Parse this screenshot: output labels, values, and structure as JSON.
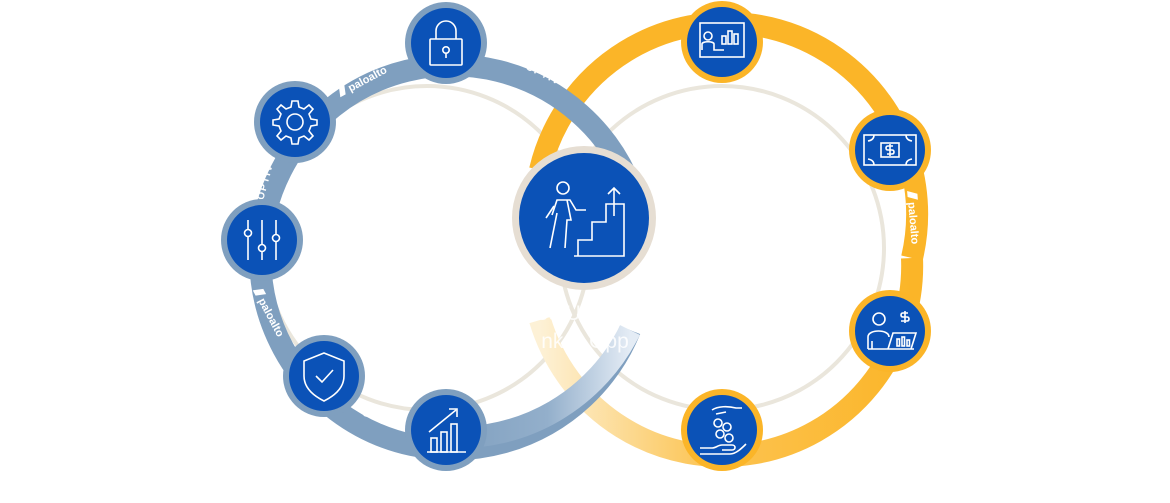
{
  "brands": {
    "paloalto": "paloalto",
    "optiv": "OPTIV"
  },
  "center_text": {
    "line1": "Sed Ut Persp",
    "line2": "nk & Opp"
  },
  "colors": {
    "left_ring": "#7f9fbf",
    "left_ring_light": "#dbe5ef",
    "right_ring": "#fbb528",
    "right_ring_light": "#fde7b8",
    "node_fill": "#0b52b7",
    "left_node_border": "#7f9fbf",
    "right_node_border": "#fbb528",
    "center_border": "#e6ded3",
    "inner_guide": "#eae6dc"
  },
  "left_nodes": [
    {
      "icon": "lock-icon"
    },
    {
      "icon": "gear-icon"
    },
    {
      "icon": "sliders-icon"
    },
    {
      "icon": "shield-check-icon"
    },
    {
      "icon": "growth-chart-icon"
    }
  ],
  "right_nodes": [
    {
      "icon": "presentation-board-icon"
    },
    {
      "icon": "cash-bill-icon"
    },
    {
      "icon": "analyst-laptop-icon"
    },
    {
      "icon": "hand-coins-icon"
    }
  ],
  "center_node": {
    "icon": "stairs-climb-icon"
  }
}
